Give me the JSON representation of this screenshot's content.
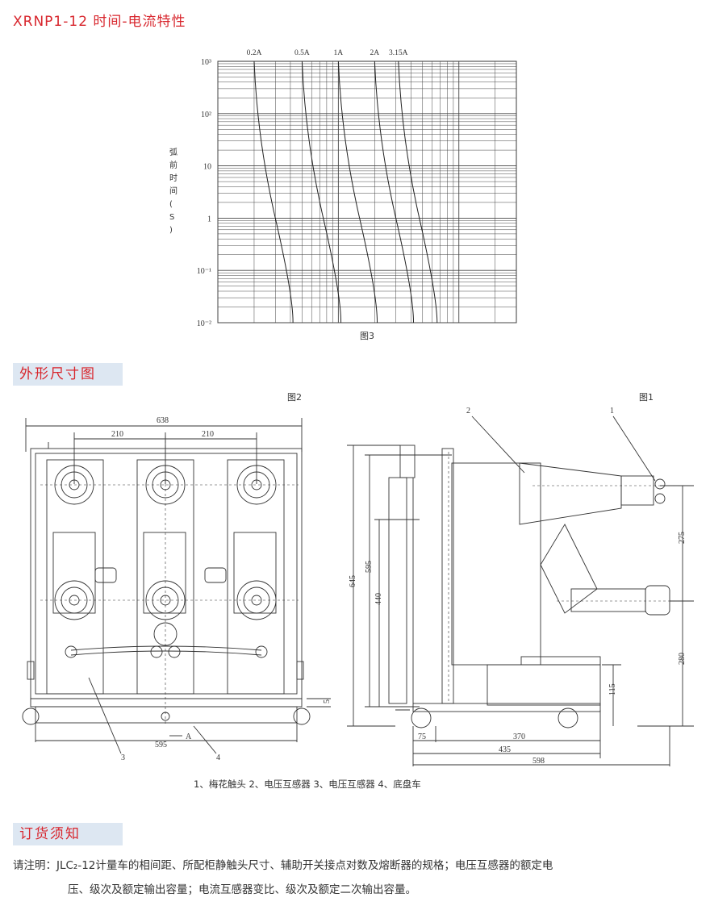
{
  "title": "XRNP1-12 时间-电流特性",
  "chart_data": {
    "type": "line",
    "yscale": "log",
    "ylabel": "弧前时间(S)",
    "y_ticks": [
      "10³",
      "10²",
      "10",
      "1",
      "10⁻¹",
      "10⁻²"
    ],
    "x_ticks": [
      "0.2A",
      "0.5A",
      "1A",
      "2A",
      "3.15A"
    ],
    "ylim": [
      0.01,
      1000
    ],
    "caption": "图3",
    "series": [
      {
        "values": [
          [
            0.2,
            1000
          ],
          [
            0.3,
            1
          ],
          [
            0.42,
            0.01
          ]
        ]
      },
      {
        "values": [
          [
            0.5,
            1000
          ],
          [
            0.75,
            1
          ],
          [
            1.05,
            0.01
          ]
        ]
      },
      {
        "values": [
          [
            1,
            1000
          ],
          [
            1.5,
            1
          ],
          [
            2.1,
            0.01
          ]
        ]
      },
      {
        "values": [
          [
            2,
            1000
          ],
          [
            3,
            1
          ],
          [
            4.2,
            0.01
          ]
        ]
      },
      {
        "values": [
          [
            3.15,
            1000
          ],
          [
            4.7,
            1
          ],
          [
            6.6,
            0.01
          ]
        ]
      }
    ]
  },
  "section1": "外形尺寸图",
  "fig2": {
    "caption": "图2",
    "dim_638": "638",
    "dim_210a": "210",
    "dim_210b": "210",
    "dim_595": "595",
    "dim_5": "5",
    "label_a": "A",
    "label_3": "3",
    "label_4": "4"
  },
  "fig1": {
    "caption": "图1",
    "label_2": "2",
    "label_1": "1",
    "dim_645": "645",
    "dim_595": "595",
    "dim_440": "440",
    "dim_275": "275",
    "dim_280": "280",
    "dim_115": "115",
    "dim_75": "75",
    "dim_370": "370",
    "dim_435": "435",
    "dim_598": "598"
  },
  "legend": "1、梅花触头  2、电压互感器  3、电压互感器  4、底盘车",
  "section2": "订货须知",
  "notice": {
    "line1": "请注明：JLC₂-12计量车的相间距、所配柜静触头尺寸、辅助开关接点对数及熔断器的规格；电压互感器的额定电",
    "line2": "压、级次及额定输出容量；电流互感器变比、级次及额定二次输出容量。"
  }
}
